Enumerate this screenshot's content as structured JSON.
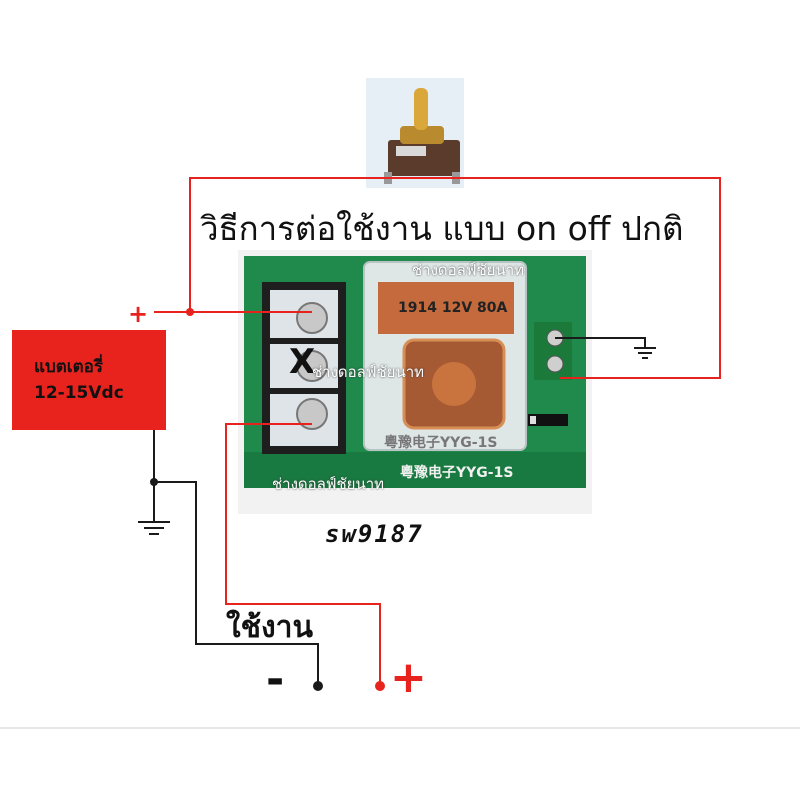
{
  "title": "วิธีการต่อใช้งาน แบบ on off ปกติ",
  "battery": {
    "line1": "แบตเตอรี่",
    "line2": "12-15Vdc"
  },
  "code": "sw9187",
  "use_label": "ใช้งาน",
  "symbols": {
    "plus": "+",
    "minus": "-",
    "x_mark": "X"
  },
  "watermark": "ช่างดอลฟ์ชัยนาท",
  "relay": {
    "rating": "1914 12V 80A",
    "model": "粵豫电子YYG-1S"
  },
  "colors": {
    "wire_positive": "#e8231e",
    "wire_negative": "#1a1a1a",
    "battery": "#e8231e",
    "board": "#1f8a4c"
  }
}
